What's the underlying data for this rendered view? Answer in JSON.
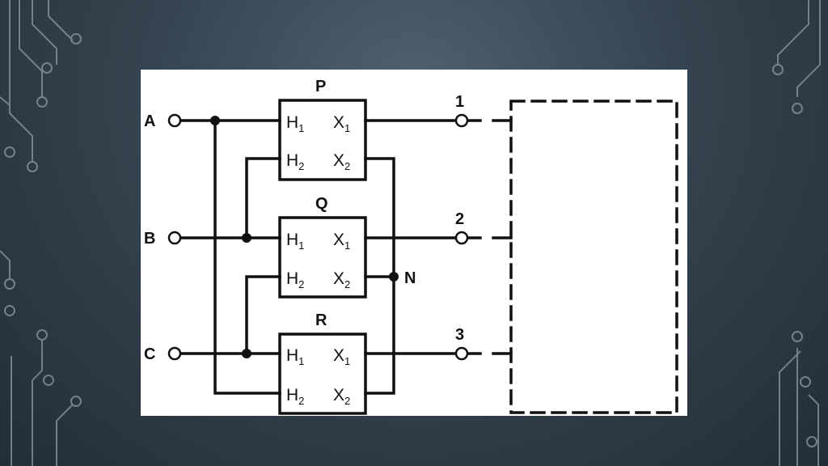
{
  "diagram": {
    "inputs": [
      "A",
      "B",
      "C"
    ],
    "outputs": [
      "1",
      "2",
      "3"
    ],
    "junction": "N",
    "blocks": [
      {
        "name": "P",
        "pins": [
          {
            "letter": "H",
            "sub": "1"
          },
          {
            "letter": "X",
            "sub": "1"
          },
          {
            "letter": "H",
            "sub": "2"
          },
          {
            "letter": "X",
            "sub": "2"
          }
        ]
      },
      {
        "name": "Q",
        "pins": [
          {
            "letter": "H",
            "sub": "1"
          },
          {
            "letter": "X",
            "sub": "1"
          },
          {
            "letter": "H",
            "sub": "2"
          },
          {
            "letter": "X",
            "sub": "2"
          }
        ]
      },
      {
        "name": "R",
        "pins": [
          {
            "letter": "H",
            "sub": "1"
          },
          {
            "letter": "X",
            "sub": "1"
          },
          {
            "letter": "H",
            "sub": "2"
          },
          {
            "letter": "X",
            "sub": "2"
          }
        ]
      }
    ]
  },
  "colors": {
    "line": "#111111",
    "panel": "#ffffff",
    "decoration": "#8a9aa5"
  }
}
